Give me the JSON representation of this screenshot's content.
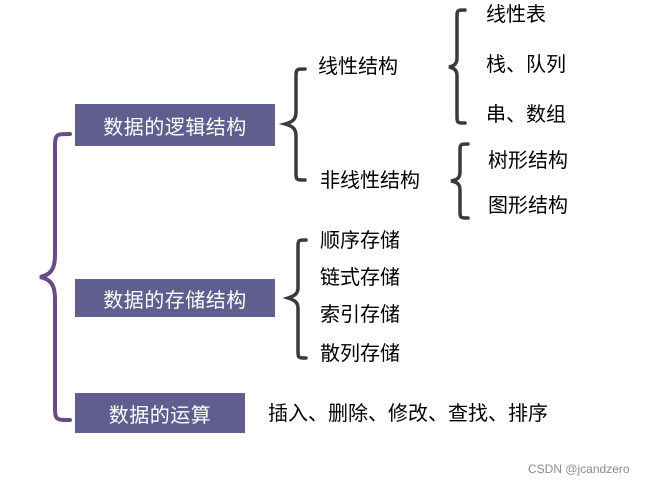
{
  "colors": {
    "box_fill": "#5f5e8f",
    "big_brace": "#6a4b84",
    "brace": "#3a3a3a",
    "text": "#000000",
    "box_text": "#ffffff"
  },
  "root_brace": {
    "name": "curly-brace"
  },
  "branches": [
    {
      "label": "数据的逻辑结构",
      "children": [
        {
          "label": "线性结构",
          "children": [
            "线性表",
            "栈、队列",
            "串、数组"
          ]
        },
        {
          "label": "非线性结构",
          "children": [
            "树形结构",
            "图形结构"
          ]
        }
      ]
    },
    {
      "label": "数据的存储结构",
      "children": [
        "顺序存储",
        "链式存储",
        "索引存储",
        "散列存储"
      ]
    },
    {
      "label": "数据的运算",
      "detail": "插入、删除、修改、查找、排序"
    }
  ],
  "watermark": "CSDN @jcandzero"
}
